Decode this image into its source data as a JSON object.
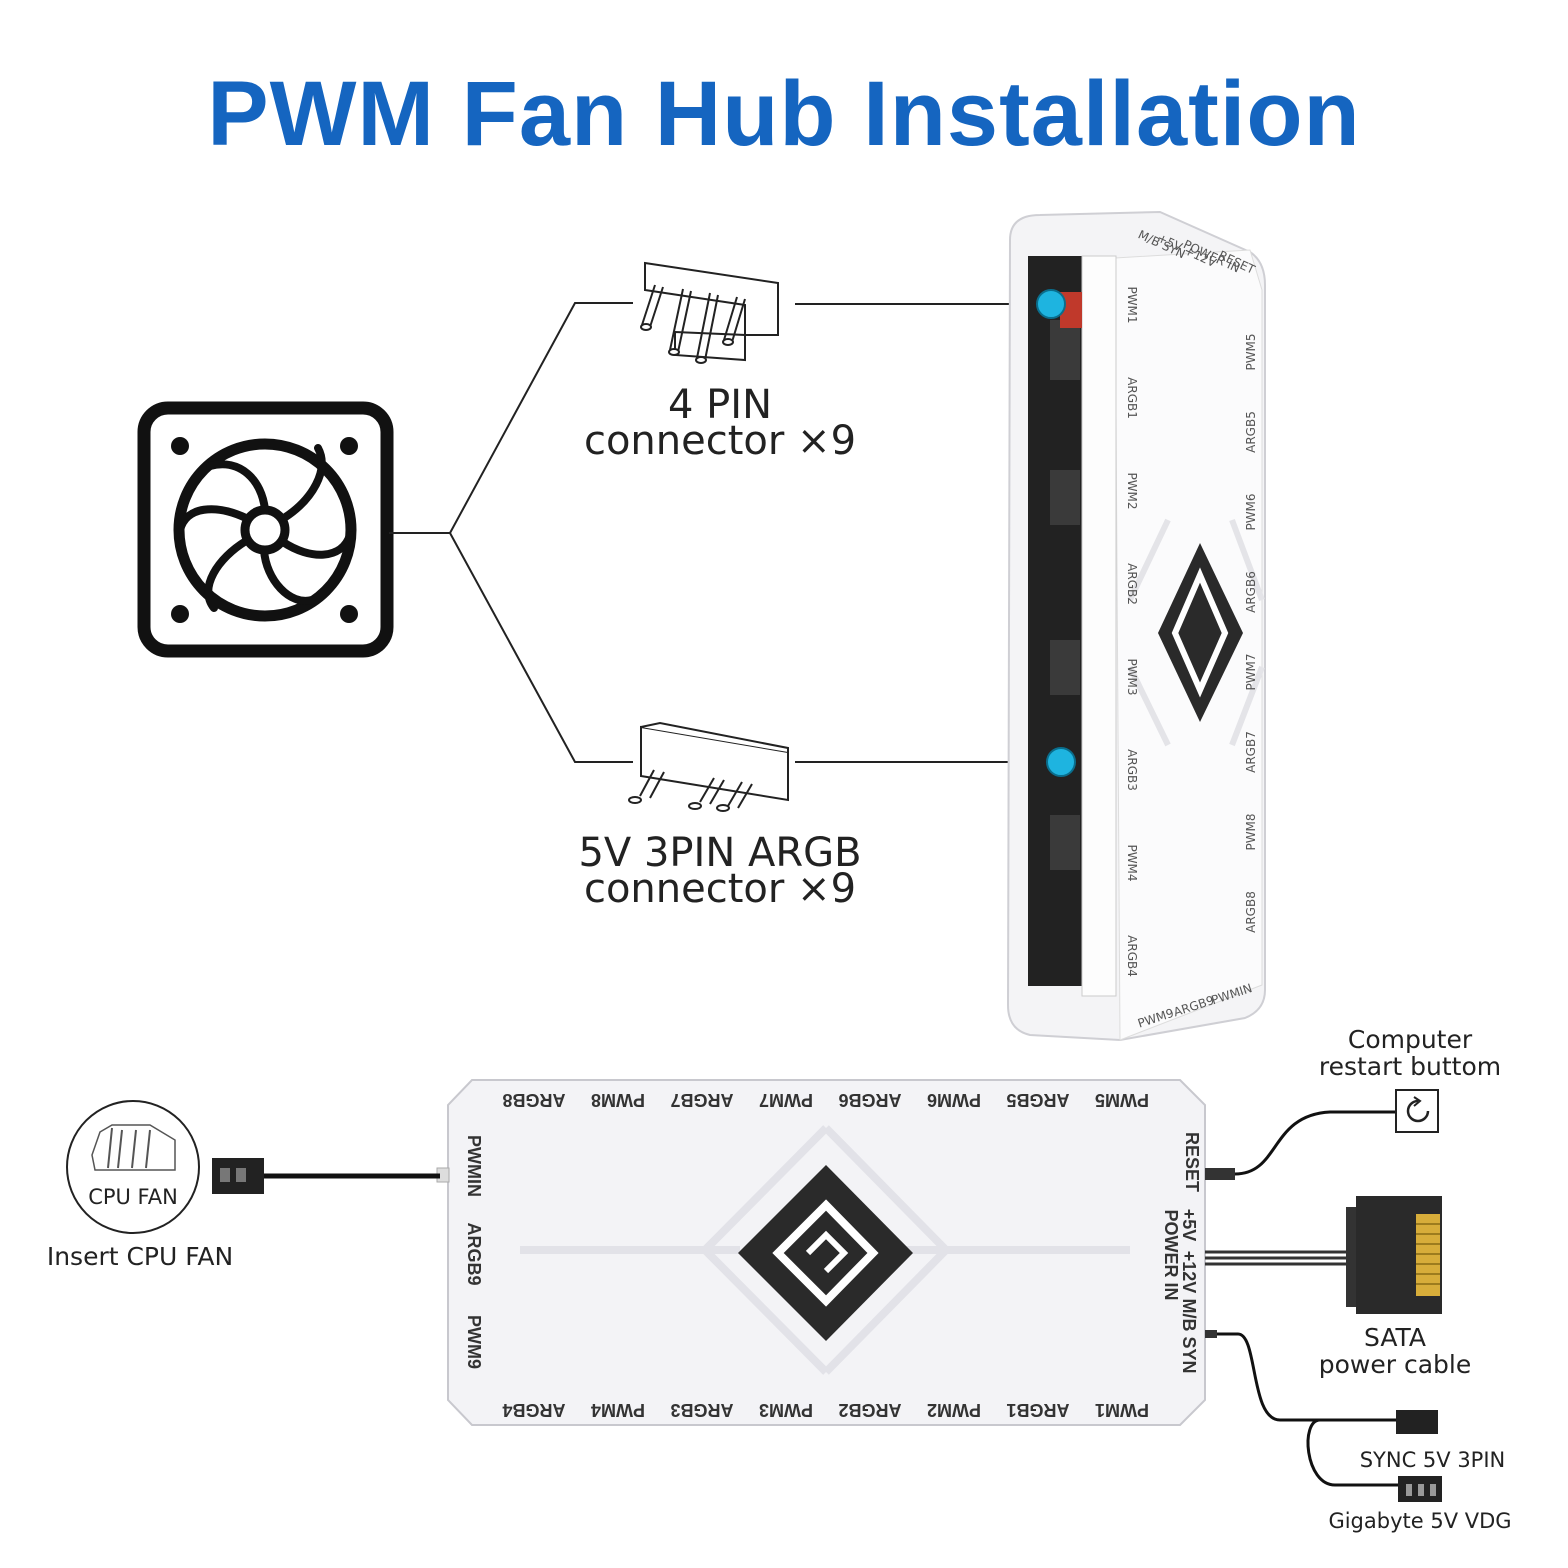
{
  "title": "PWM Fan Hub Installation",
  "connectors": {
    "four_pin": {
      "line1": "4 PIN",
      "line2": "connector ×9"
    },
    "argb": {
      "line1": "5V 3PIN  ARGB",
      "line2": "connector ×9"
    }
  },
  "side_view_labels": {
    "inner_column": [
      "PWM1",
      "ARGB1",
      "PWM2",
      "ARGB2",
      "PWM3",
      "ARGB3",
      "PWM4",
      "ARGB4"
    ],
    "outer_column": [
      "PWM5",
      "ARGB5",
      "PWM6",
      "ARGB6",
      "PWM7",
      "ARGB7",
      "PWM8",
      "ARGB8"
    ],
    "top": [
      "M/B SYN",
      "+5V +12V",
      "POWER IN",
      "RESET"
    ],
    "bottom": [
      "PWM9",
      "ARGB9",
      "PWMIN"
    ]
  },
  "hub_labels": {
    "top_row": [
      "ARGB8",
      "PWM8",
      "ARGB7",
      "PWM7",
      "ARGB6",
      "PWM6",
      "ARGB5",
      "PWM5"
    ],
    "bottom_row": [
      "ARGB4",
      "PWM4",
      "ARGB3",
      "PWM3",
      "ARGB2",
      "PWM2",
      "ARGB1",
      "PWM1"
    ],
    "left_col": [
      "PWMIN",
      "ARGB9",
      "PWM9"
    ],
    "right_col": [
      "RESET",
      "+5V",
      "+12V",
      "POWER IN",
      "M/B SYN"
    ]
  },
  "cpu_fan": {
    "badge": "CPU FAN",
    "caption": "Insert CPU FAN"
  },
  "restart": {
    "line1": "Computer",
    "line2": "restart buttom"
  },
  "sata": {
    "line1": "SATA",
    "line2": "power cable"
  },
  "sync": {
    "label": "SYNC 5V 3PIN"
  },
  "gigabyte": {
    "label": "Gigabyte 5V VDG"
  },
  "colors": {
    "title": "#1565c0",
    "marker": "#1eb4e0",
    "line": "#222222"
  }
}
